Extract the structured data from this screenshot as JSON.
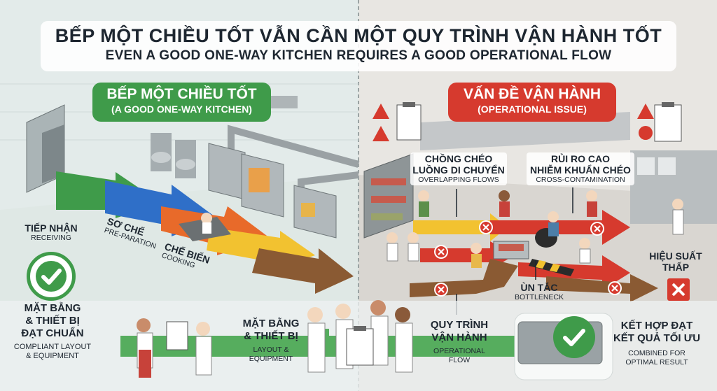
{
  "title": {
    "vi": "BẾP MỘT CHIỀU TỐT VẪN CẦN MỘT QUY TRÌNH VẬN HÀNH TỐT",
    "en": "EVEN A GOOD ONE-WAY KITCHEN REQUIRES A GOOD OPERATIONAL FLOW"
  },
  "left_panel": {
    "header_vi": "BẾP MỘT CHIỀU TỐT",
    "header_en": "(A GOOD ONE-WAY KITCHEN)",
    "stages": [
      {
        "vi": "TIẾP NHẬN",
        "en": "RECEIVING"
      },
      {
        "vi": "SƠ CHẾ",
        "en": "PRE-PARATION"
      },
      {
        "vi": "CHẾ BIẾN",
        "en": "COOKING"
      }
    ],
    "compliant_vi": [
      "MẶT BẰNG",
      "& THIẾT BỊ",
      "ĐẠT CHUẨN"
    ],
    "compliant_en": [
      "COMPLIANT LAYOUT",
      "& EQUIPMENT"
    ]
  },
  "right_panel": {
    "header_vi": "VẤN ĐỀ VẬN HÀNH",
    "header_en": "(OPERATIONAL ISSUE)",
    "issues": [
      {
        "vi": [
          "CHỒNG CHÉO",
          "LUỒNG DI CHUYỂN"
        ],
        "en": "OVERLAPPING FLOWS"
      },
      {
        "vi": [
          "RỦI RO CAO",
          "NHIỄM KHUẨN CHÉO"
        ],
        "en": "CROSS-CONTAMINATION"
      },
      {
        "vi": [
          "ÙN TẮC"
        ],
        "en": "BOTTLENECK"
      },
      {
        "vi": [
          "HIỆU SUẤT",
          "THẤP"
        ],
        "en": ""
      }
    ]
  },
  "bottom_flow": {
    "layout_vi": [
      "MẶT BẰNG",
      "& THIẾT BỊ"
    ],
    "layout_en": [
      "LAYOUT &",
      "EQUIPMENT"
    ],
    "process_vi": [
      "QUY TRÌNH",
      "VẬN HÀNH"
    ],
    "process_en": [
      "OPERATIONAL",
      "FLOW"
    ],
    "result_vi": [
      "KẾT HỢP ĐẠT",
      "KẾT QUẢ TỐI ƯU"
    ],
    "result_en": [
      "COMBINED FOR",
      "OPTIMAL RESULT"
    ]
  },
  "colors": {
    "green": "#3f9b4a",
    "red": "#d63a2e",
    "blue": "#2f6fc8",
    "yellow": "#f2c230",
    "orange": "#e86a2a",
    "brown": "#8a5a33"
  }
}
